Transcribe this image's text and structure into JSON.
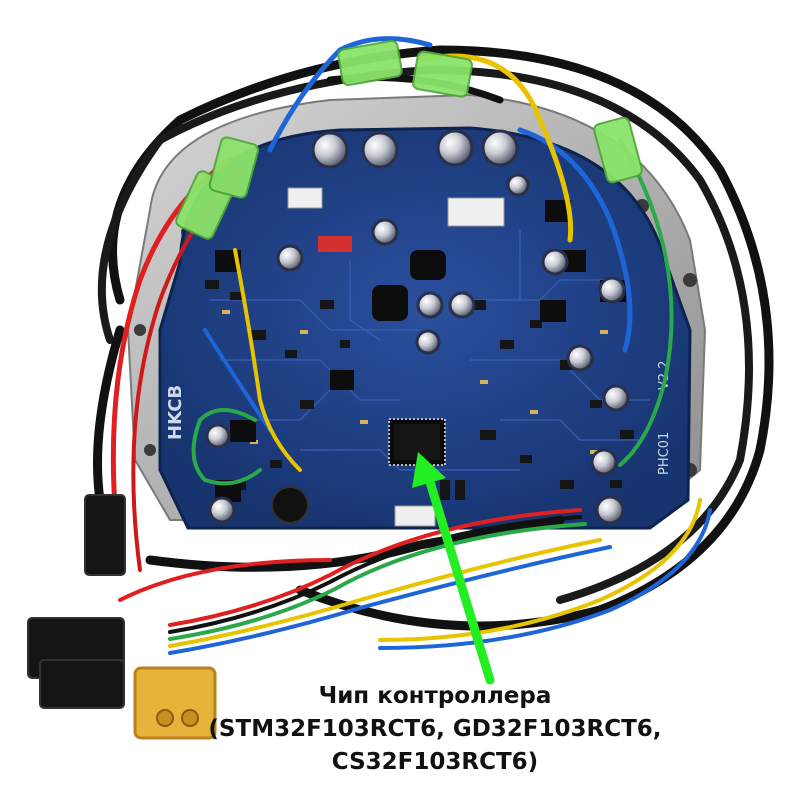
{
  "board": {
    "brand_logo": "HKCB",
    "silkscreen_model": "PHC01",
    "silkscreen_version": "V2.2"
  },
  "callout": {
    "line1": "Чип контроллера",
    "line2": "(STM32F103RCT6, GD32F103RCT6,",
    "line3": "CS32F103RCT6)"
  },
  "colors": {
    "pcb": "#1f3f86",
    "arrow": "#22ee22",
    "wire_red": "#e02020",
    "wire_blue": "#1e66d8",
    "wire_yellow": "#e8c400",
    "wire_green": "#2aa84a",
    "wire_black": "#111111"
  }
}
